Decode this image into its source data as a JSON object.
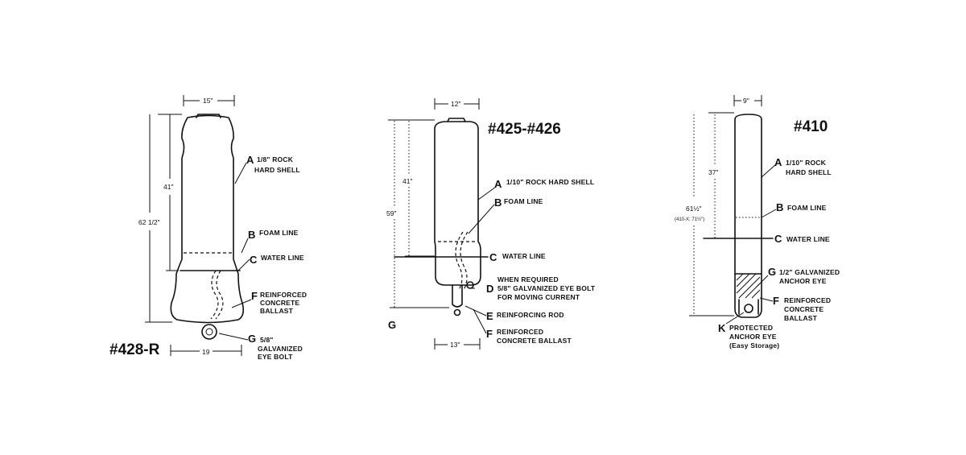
{
  "units": [
    {
      "model": "#428-R",
      "dims": {
        "top_width": "15\"",
        "upper": "41\"",
        "overall": "62 1/2\"",
        "base_width": "19"
      },
      "labels": [
        {
          "letter": "A",
          "lines": [
            "1/8\" ROCK",
            "HARD SHELL"
          ]
        },
        {
          "letter": "B",
          "lines": [
            "FOAM LINE"
          ]
        },
        {
          "letter": "C",
          "lines": [
            "WATER LINE"
          ]
        },
        {
          "letter": "F",
          "lines": [
            "REINFORCED",
            "CONCRETE",
            "BALLAST"
          ]
        },
        {
          "letter": "G",
          "lines": [
            "5/8\"",
            "GALVANIZED",
            "EYE BOLT"
          ]
        }
      ]
    },
    {
      "model": "#425-#426",
      "dims": {
        "top_width": "12\"",
        "upper": "41\"",
        "overall": "59\"",
        "base_width": "13\""
      },
      "side_letter": "G",
      "labels": [
        {
          "letter": "A",
          "lines": [
            "1/10\" ROCK HARD SHELL"
          ]
        },
        {
          "letter": "B",
          "lines": [
            "FOAM LINE"
          ]
        },
        {
          "letter": "C",
          "lines": [
            "WATER LINE"
          ]
        },
        {
          "letter": "D",
          "lines": [
            "WHEN REQUIRED",
            "5/8\" GALVANIZED EYE BOLT",
            "FOR MOVING CURRENT"
          ]
        },
        {
          "letter": "E",
          "lines": [
            "REINFORCING ROD"
          ]
        },
        {
          "letter": "F",
          "lines": [
            "REINFORCED",
            "CONCRETE BALLAST"
          ]
        }
      ]
    },
    {
      "model": "#410",
      "dims": {
        "top_width": "9\"",
        "upper": "37\"",
        "overall": "61½\"",
        "overall_alt": "(410-X: 71½\")"
      },
      "labels": [
        {
          "letter": "A",
          "lines": [
            "1/10\" ROCK",
            "HARD SHELL"
          ]
        },
        {
          "letter": "B",
          "lines": [
            "FOAM LINE"
          ]
        },
        {
          "letter": "C",
          "lines": [
            "WATER LINE"
          ]
        },
        {
          "letter": "G",
          "lines": [
            "1/2\" GALVANIZED",
            "ANCHOR EYE"
          ]
        },
        {
          "letter": "F",
          "lines": [
            "REINFORCED",
            "CONCRETE",
            "BALLAST"
          ]
        },
        {
          "letter": "K",
          "lines": [
            "PROTECTED",
            "ANCHOR EYE",
            "(Easy Storage)"
          ]
        }
      ]
    }
  ]
}
